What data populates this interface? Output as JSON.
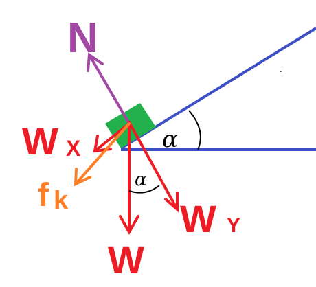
{
  "labels": {
    "normal": "N",
    "weight": "W",
    "weight_x_main": "W",
    "weight_x_sub": "X",
    "weight_y_main": "W",
    "weight_y_sub": "Y",
    "friction_main": "f",
    "friction_sub": "k",
    "angle_incline": "α",
    "angle_weight": "α"
  },
  "colors": {
    "incline": "#3d4fc4",
    "block": "#22b14c",
    "normal": "#a349a4",
    "weight_vectors": "#ed1c24",
    "friction": "#ff7f27",
    "angle_marks": "#000000"
  }
}
